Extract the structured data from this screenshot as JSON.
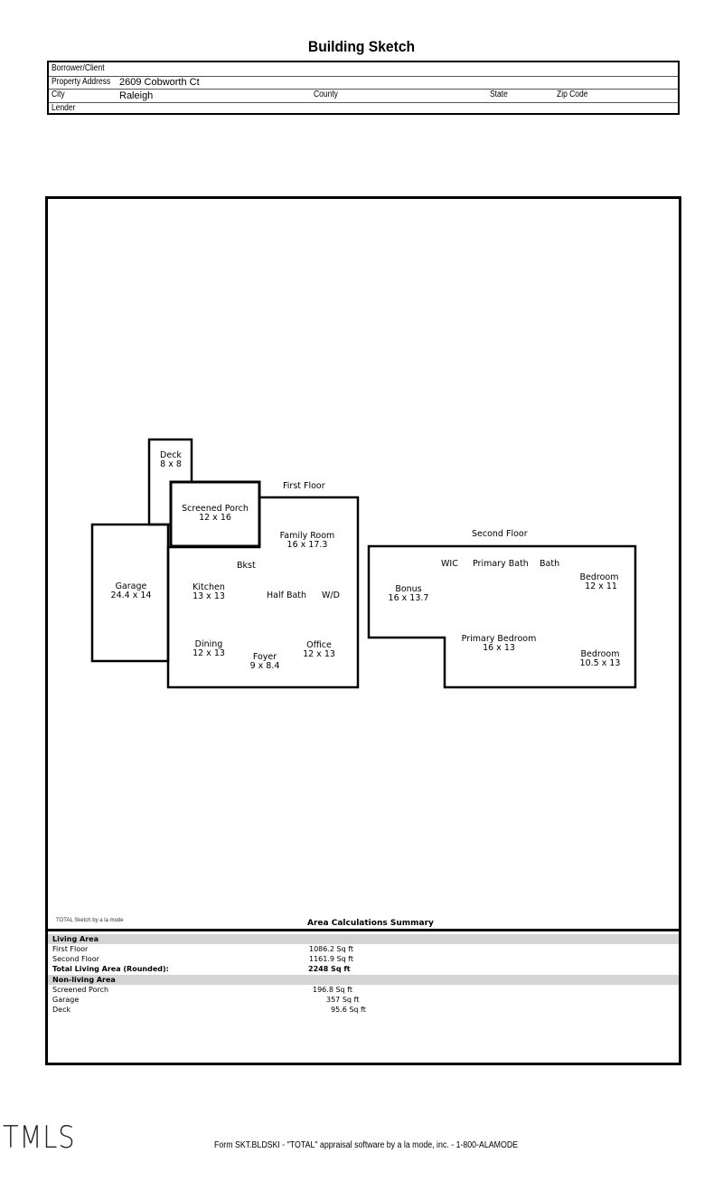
{
  "document": {
    "title": "Building Sketch"
  },
  "header": {
    "borrower_label": "Borrower/Client",
    "borrower_value": "",
    "address_label": "Property Address",
    "address_value": "2609 Cobworth Ct",
    "city_label": "City",
    "city_value": "Raleigh",
    "county_label": "County",
    "county_value": "",
    "state_label": "State",
    "state_value": "",
    "zip_label": "Zip Code",
    "zip_value": "",
    "lender_label": "Lender",
    "lender_value": ""
  },
  "sketch": {
    "first_floor_label": "First Floor",
    "second_floor_label": "Second Floor",
    "rooms": {
      "deck": {
        "name": "Deck",
        "dims": "8 x 8"
      },
      "screened_porch": {
        "name": "Screened Porch",
        "dims": "12 x 16"
      },
      "family_room": {
        "name": "Family Room",
        "dims": "16 x 17.3"
      },
      "garage": {
        "name": "Garage",
        "dims": "24.4 x 14"
      },
      "bkst": {
        "name": "Bkst"
      },
      "kitchen": {
        "name": "Kitchen",
        "dims": "13 x 13"
      },
      "half_bath": {
        "name": "Half Bath"
      },
      "wd": {
        "name": "W/D"
      },
      "dining": {
        "name": "Dining",
        "dims": "12 x 13"
      },
      "foyer": {
        "name": "Foyer",
        "dims": "9 x 8.4"
      },
      "office": {
        "name": "Office",
        "dims": "12 x 13"
      },
      "wic": {
        "name": "WIC"
      },
      "primary_bath": {
        "name": "Primary Bath"
      },
      "bath": {
        "name": "Bath"
      },
      "bedroom1": {
        "name": "Bedroom",
        "dims": "12 x 11"
      },
      "bonus": {
        "name": "Bonus",
        "dims": "16 x 13.7"
      },
      "primary_bedroom": {
        "name": "Primary Bedroom",
        "dims": "16 x 13"
      },
      "bedroom2": {
        "name": "Bedroom",
        "dims": "10.5 x 13"
      }
    }
  },
  "credit": "TOTAL Sketch by a la mode",
  "summary": {
    "title": "Area Calculations Summary",
    "living_header": "Living Area",
    "living": [
      {
        "label": "First Floor",
        "value": "1086.2 Sq ft"
      },
      {
        "label": "Second Floor",
        "value": "1161.9 Sq ft"
      }
    ],
    "total_label": "Total Living Area (Rounded):",
    "total_value": "2248 Sq ft",
    "nonliving_header": "Non-living Area",
    "nonliving": [
      {
        "label": "Screened Porch",
        "value": "196.8 Sq ft"
      },
      {
        "label": "Garage",
        "value": "357 Sq ft"
      },
      {
        "label": "Deck",
        "value": "95.6 Sq ft"
      }
    ]
  },
  "footer": {
    "form_text": "Form SKT.BLDSKI - \"TOTAL\" appraisal software by a la mode, inc. - 1-800-ALAMODE",
    "logo": "TMLS"
  }
}
